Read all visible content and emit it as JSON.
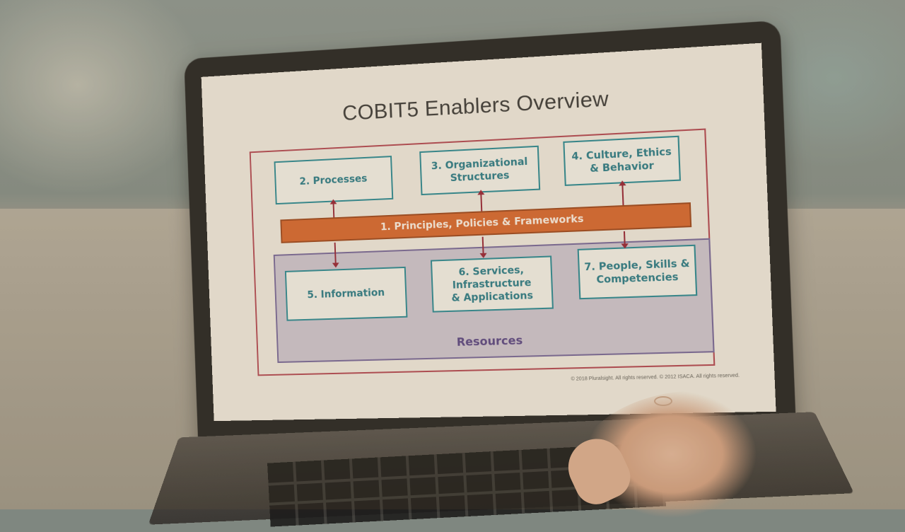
{
  "slide": {
    "title": "COBIT5 Enablers Overview",
    "boxes": {
      "processes": "2. Processes",
      "org_structures": "3. Organizational\nStructures",
      "culture": "4. Culture, Ethics\n& Behavior",
      "principles": "1. Principles, Policies & Frameworks",
      "information": "5. Information",
      "services": "6. Services,\nInfrastructure\n& Applications",
      "people": "7. People, Skills &\nCompetencies"
    },
    "resources_label": "Resources",
    "copyright": "© 2018 Pluralsight. All rights reserved. © 2012 ISACA. All rights reserved."
  },
  "colors": {
    "frame": "#b44a55",
    "box_border": "#2f8b95",
    "bar": "#d86a33",
    "resources_border": "#7a6a9a"
  }
}
